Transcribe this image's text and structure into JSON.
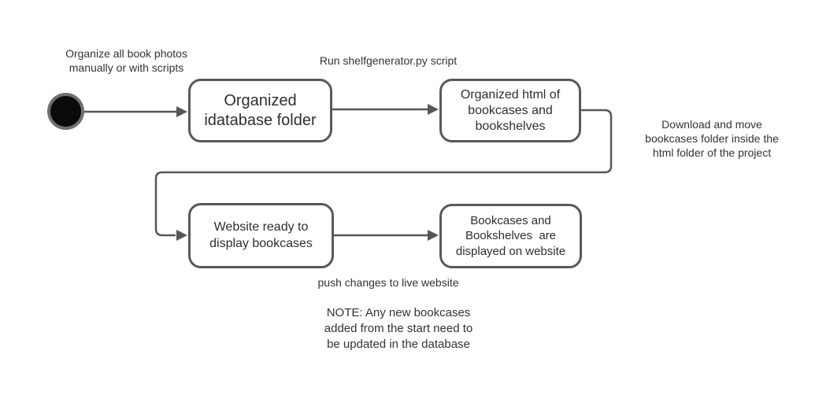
{
  "diagram": {
    "type": "activity-flowchart",
    "colors": {
      "stroke": "#58595b",
      "connector": "#55575a",
      "text": "#333333",
      "node_fill": "#ffffff",
      "start_node_fill": "#0b0b0b",
      "start_node_ring": "#6f6f6f",
      "background": "#ffffff"
    },
    "start_node": {
      "name": "initial-state"
    },
    "nodes": [
      {
        "id": "organized-database-folder",
        "label": "Organized\nidatabase folder"
      },
      {
        "id": "organized-html-of-bookcases",
        "label": "Organized html of\nbookcases and\nbookshelves"
      },
      {
        "id": "website-ready",
        "label": "Website ready to\ndisplay bookcases"
      },
      {
        "id": "displayed-on-website",
        "label": "Bookcases and\nBookshelves  are\ndisplayed on website"
      }
    ],
    "edge_labels": [
      {
        "id": "organize-photos",
        "text": "Organize all book photos\nmanually or with scripts"
      },
      {
        "id": "run-script",
        "text": "Run shelfgenerator.py script"
      },
      {
        "id": "download-move",
        "text": "Download and move\nbookcases folder inside the\nhtml folder of the project"
      },
      {
        "id": "push-changes",
        "text": "push changes to live website"
      },
      {
        "id": "note",
        "text": "NOTE: Any new bookcases\nadded from the start need to\nbe updated in the database"
      }
    ]
  }
}
